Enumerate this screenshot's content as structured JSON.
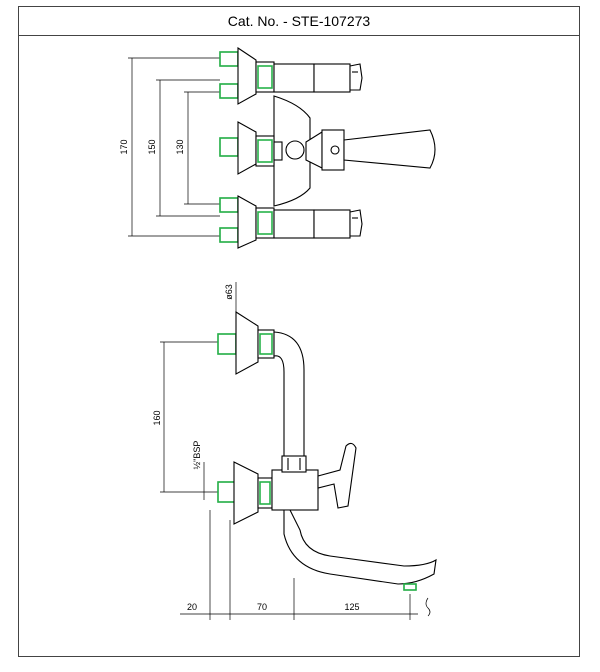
{
  "header": {
    "catalog_number": "Cat. No. - STE-107273"
  },
  "dimensions": {
    "top_view": {
      "d1": "170",
      "d2": "150",
      "d3": "130"
    },
    "side_view": {
      "height": "160",
      "diameter": "ø63",
      "thread": "½\"BSP",
      "base_offset": "20",
      "body_width": "70",
      "spout_reach": "125"
    }
  },
  "colors": {
    "line": "#000000",
    "inlet_highlight": "#27b34a",
    "border": "#444444"
  }
}
